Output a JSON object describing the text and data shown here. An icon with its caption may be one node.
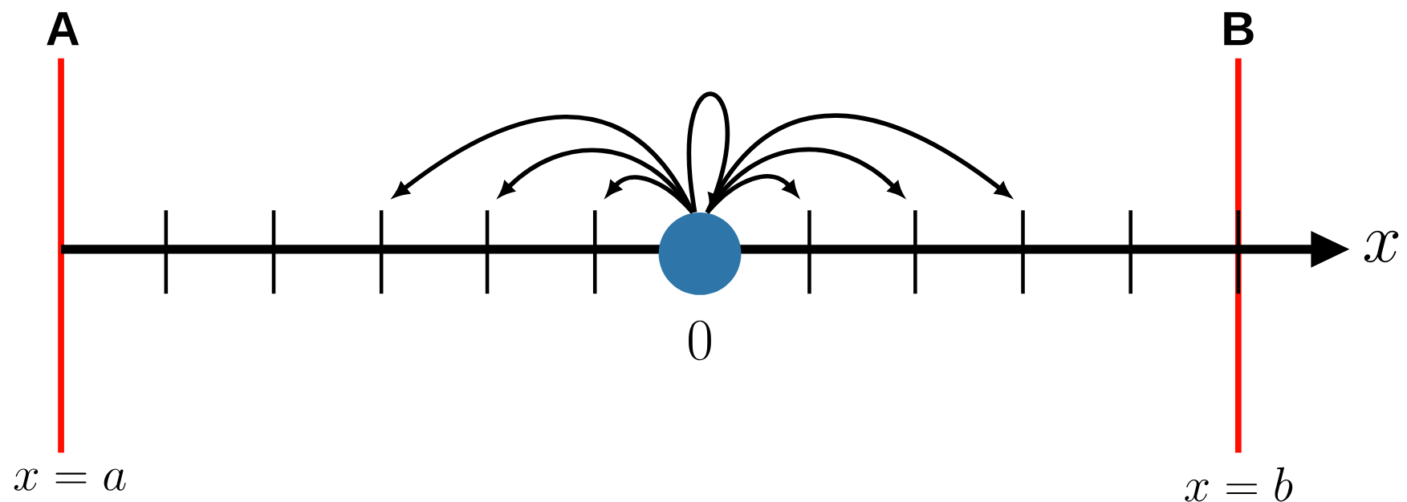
{
  "diagram": {
    "nodes": [
      {
        "text": [],
        "shape": "circle",
        "beside": [
          "0"
        ]
      },
      {
        "text": [],
        "shape": "bar"
      },
      {
        "text": [],
        "shape": "bar"
      },
      {
        "text": [],
        "shape": "bar"
      },
      {
        "text": [],
        "shape": "bar"
      },
      {
        "text": [],
        "shape": "bar"
      },
      {
        "text": [],
        "shape": "bar"
      },
      {
        "text": [],
        "shape": "bar"
      },
      {
        "text": [],
        "shape": "bar"
      },
      {
        "text": [],
        "shape": "bar"
      },
      {
        "text": [],
        "shape": "bar"
      }
    ],
    "edges": [
      {
        "from": 0,
        "to": 3,
        "arrow": "to"
      },
      {
        "from": 0,
        "to": 4,
        "arrow": "to"
      },
      {
        "from": 0,
        "to": 5,
        "arrow": "to"
      },
      {
        "from": 0,
        "to": 0,
        "arrow": "to"
      },
      {
        "from": 0,
        "to": 6,
        "arrow": "to"
      },
      {
        "from": 0,
        "to": 7,
        "arrow": "to"
      },
      {
        "from": 0,
        "to": 8,
        "arrow": "to"
      }
    ],
    "labels": [
      "A",
      "B",
      "x",
      "x = a",
      "x = b"
    ]
  }
}
